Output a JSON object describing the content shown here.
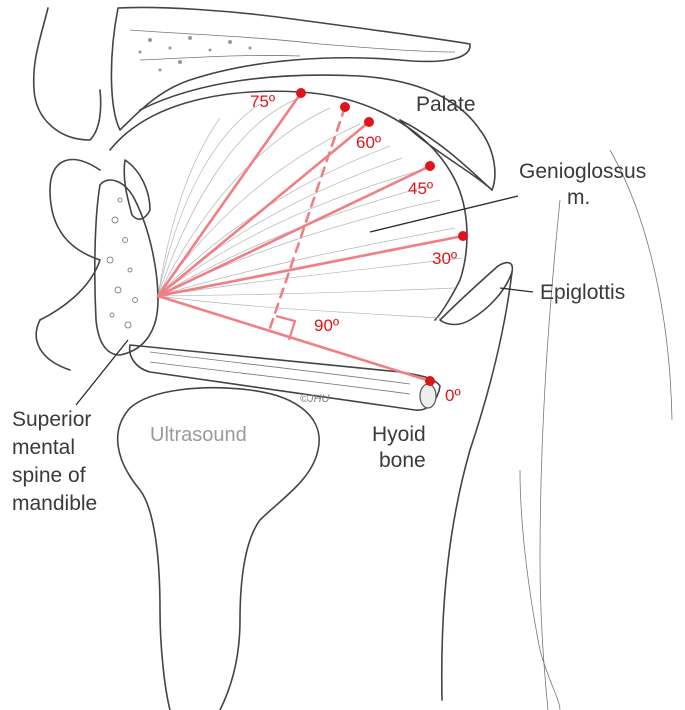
{
  "labels": {
    "palate": "Palate",
    "genioglossus_line1": "Genioglossus",
    "genioglossus_line2": "m.",
    "epiglottis": "Epiglottis",
    "hyoid_line1": "Hyoid",
    "hyoid_line2": "bone",
    "ultrasound": "Ultrasound",
    "spine_line1": "Superior",
    "spine_line2": "mental",
    "spine_line3": "spine of",
    "spine_line4": "mandible",
    "credit": "©JHU"
  },
  "angles": {
    "a75": "75º",
    "a60": "60º",
    "a45": "45º",
    "a30": "30º",
    "a0": "0º",
    "a90": "90º"
  },
  "colors": {
    "ray": "#f07f85",
    "marker": "#e0141a",
    "ink": "#444444",
    "label": "#3a3a3a"
  }
}
